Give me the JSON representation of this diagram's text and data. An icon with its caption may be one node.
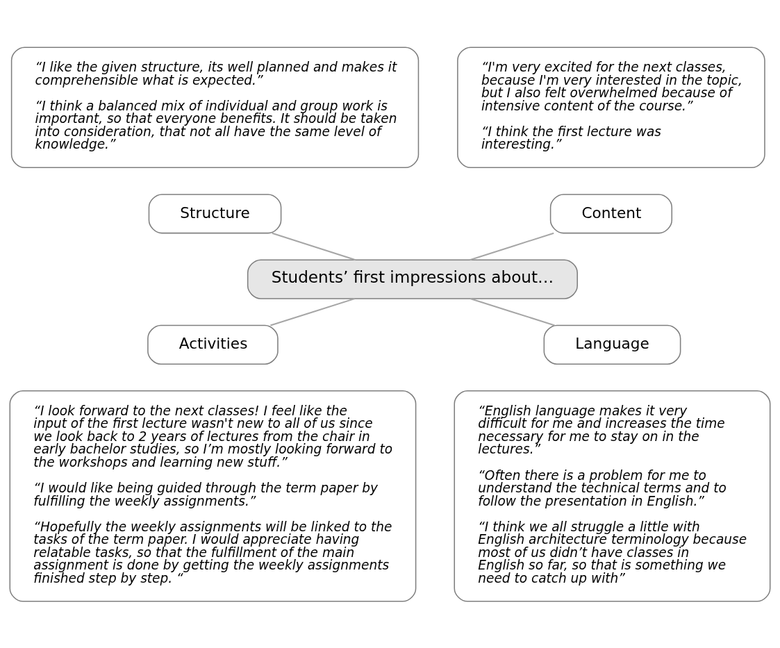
{
  "diagram": {
    "nodes": [
      {
        "text": [
          "“I like the given structure, its well planned and makes it comprehensible what is expected.”",
          "“I think a balanced mix of individual and group work is important, so that everyone benefits. It should be taken into consideration, that not all have the same level of knowledge.”"
        ]
      },
      {
        "text": [
          "“I'm very excited for the next classes, because I'm very interested in the topic, but I also felt overwhelmed because of intensive content of the course.”",
          "“I think the first lecture was interesting.”"
        ]
      },
      {
        "text": [
          "Structure"
        ]
      },
      {
        "text": [
          "Content"
        ]
      },
      {
        "text": [
          "Students’ first impressions about…"
        ]
      },
      {
        "text": [
          "Activities"
        ]
      },
      {
        "text": [
          "Language"
        ]
      },
      {
        "text": [
          "“I look forward to the next classes! I feel like the input of the first lecture wasn't new to all of us since we look back to 2 years of lectures from the chair in early bachelor studies, so I’m mostly looking forward to the workshops and learning new stuff.”",
          "“I would like being guided through the term paper by fulfilling the weekly assignments.”",
          "“Hopefully the weekly assignments will be linked to the tasks of the term paper. I would appreciate having relatable tasks, so that the fulfillment of the main assignment is done by getting the weekly assignments finished step by step. “"
        ]
      },
      {
        "text": [
          "“English language makes it very difficult for me and increases the time necessary for me to stay on in the lectures.”",
          "“Often there is a problem for me to understand the technical terms and to follow the presentation in English.”",
          "“I think we all struggle a little with English architecture terminology because most of us didn’t have classes in English so far, so that is something we need to catch up with”"
        ]
      }
    ],
    "edges": [
      {
        "from": 2,
        "to": 4,
        "arrow": "none"
      },
      {
        "from": 3,
        "to": 4,
        "arrow": "none"
      },
      {
        "from": 4,
        "to": 5,
        "arrow": "none"
      },
      {
        "from": 4,
        "to": 6,
        "arrow": "none"
      }
    ]
  }
}
